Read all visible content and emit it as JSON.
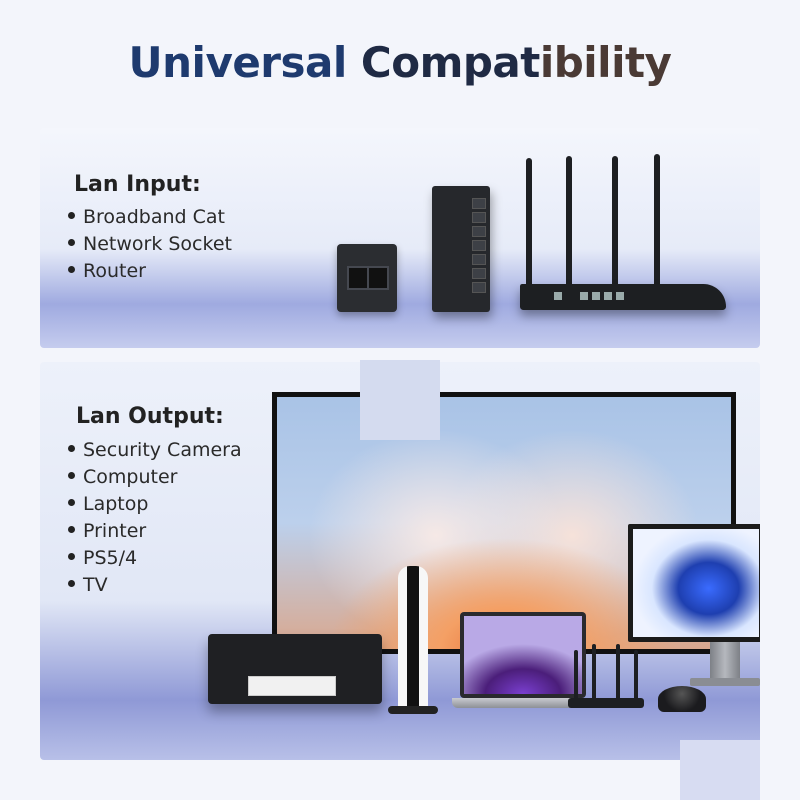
{
  "header": {
    "title_part1": "Universal",
    "title_part2": "Compat",
    "title_part3": "ibility"
  },
  "colors": {
    "title_dark_blue": "#1e3a6e",
    "title_navy": "#1f2a44",
    "title_brown": "#4a3a35",
    "panel_accent": "#9faae0"
  },
  "lan_input": {
    "title": "Lan Input:",
    "items": [
      "Broadband Cat",
      "Network Socket",
      "Router"
    ]
  },
  "lan_output": {
    "title": "Lan Output:",
    "items": [
      "Security Camera",
      "Computer",
      "Laptop",
      "Printer",
      "PS5/4",
      "TV"
    ]
  }
}
